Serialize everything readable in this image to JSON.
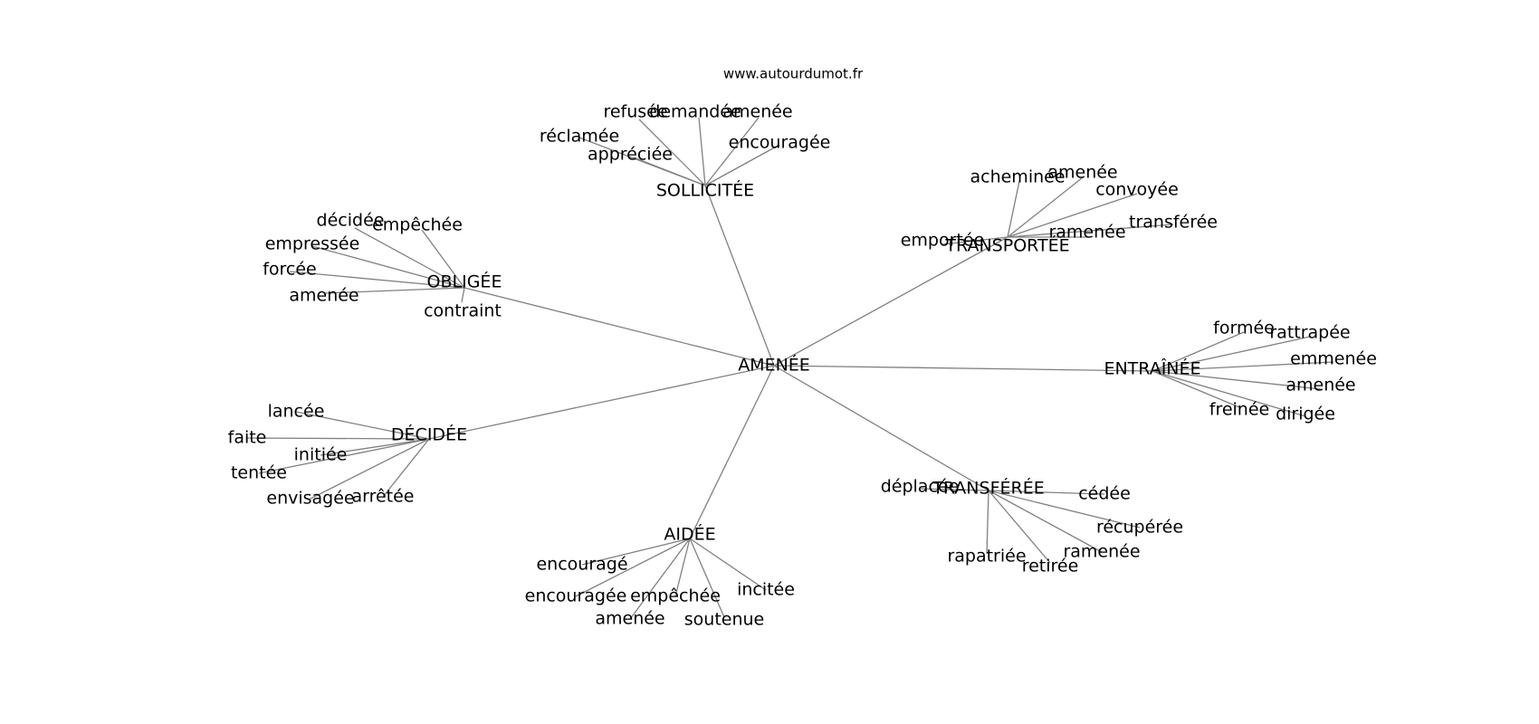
{
  "source": "www.autourdumot.fr",
  "style": {
    "edge_color": "#808080",
    "text_color": "#000000",
    "background": "#ffffff"
  },
  "graph": {
    "center": "AMENÉE",
    "clusters": [
      {
        "id": "sollicitee",
        "hub": "SOLLICITÉE",
        "leaves": [
          "refusée",
          "demandée",
          "amenée",
          "réclamée",
          "encouragée",
          "appréciée"
        ]
      },
      {
        "id": "obligee",
        "hub": "OBLIGÉE",
        "leaves": [
          "décidée",
          "empêchée",
          "empressée",
          "forcée",
          "amenée",
          "contraint"
        ]
      },
      {
        "id": "transportee",
        "hub": "TRANSPORTÉE",
        "leaves": [
          "acheminée",
          "amenée",
          "convoyée",
          "transférée",
          "ramenée",
          "emportée"
        ]
      },
      {
        "id": "entrainee",
        "hub": "ENTRAÎNÉE",
        "leaves": [
          "formée",
          "rattrapée",
          "emmenée",
          "amenée",
          "freinée",
          "dirigée"
        ]
      },
      {
        "id": "decidee",
        "hub": "DÉCIDÉE",
        "leaves": [
          "lancée",
          "faite",
          "initiée",
          "tentée",
          "envisagée",
          "arrêtée"
        ]
      },
      {
        "id": "transferee",
        "hub": "TRANSFÉRÉE",
        "leaves": [
          "déplacée",
          "cédée",
          "récupérée",
          "ramenée",
          "rapatriée",
          "retirée"
        ]
      },
      {
        "id": "aidee",
        "hub": "AIDÉE",
        "leaves": [
          "encouragé",
          "encouragée",
          "empêchée",
          "amenée",
          "soutenue",
          "incitée"
        ]
      }
    ]
  }
}
